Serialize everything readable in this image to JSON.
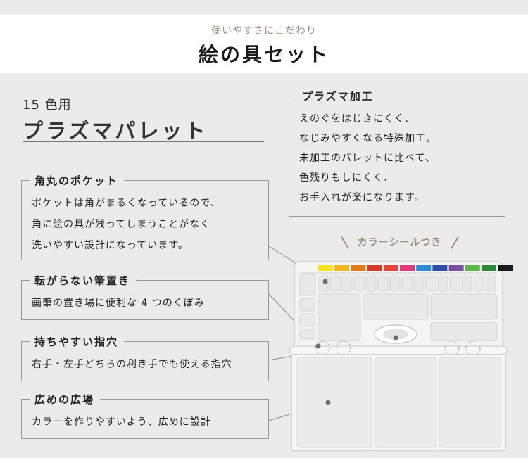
{
  "header": {
    "kicker": "使いやすさにこだわり",
    "title": "絵の具セット"
  },
  "product": {
    "count": "15 色用",
    "name": "プラズマパレット"
  },
  "features": {
    "plasma": {
      "label": "プラズマ加工",
      "body": "えのぐをはじきにくく、\nなじみやすくなる特殊加工。\n未加工のパレットに比べて、\n色残りもしにくく、\nお手入れが楽になります。"
    },
    "pocket": {
      "label": "角丸のポケット",
      "body": "ポケットは角がまるくなっているので、\n角に絵の具が残ってしまうことがなく\n洗いやすい設計になっています。"
    },
    "brush_rest": {
      "label": "転がらない筆置き",
      "body": "画筆の置き場に便利な 4 つのくぼみ"
    },
    "grip": {
      "label": "持ちやすい指穴",
      "body": "右手・左手どちらの利き手でも使える指穴"
    },
    "wide_area": {
      "label": "広めの広場",
      "body": "カラーを作りやすいよう、広めに設計"
    }
  },
  "seal_note": "カラーシールつき",
  "colors": {
    "accent": "#a08f7e",
    "swatches": [
      "#f5e21e",
      "#f3b61c",
      "#e07a1a",
      "#d23a2a",
      "#e2483f",
      "#e23a78",
      "#2a8ed0",
      "#2c4ea4",
      "#7a4ea0",
      "#5cb84a",
      "#2b8a3a",
      "#1a1a1a"
    ]
  }
}
